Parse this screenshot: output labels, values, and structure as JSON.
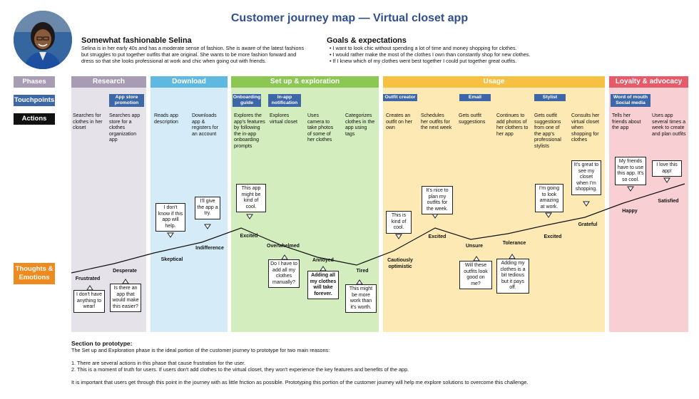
{
  "title": "Customer journey map — Virtual closet app",
  "persona": {
    "name": "Somewhat fashionable Selina",
    "bio": "Selina is in her early 40s and has a moderate sense of fashion. She is aware of the latest fashions but struggles to put together outfits that are original. She wants to be more fashion forward and dress so that she looks professional at work and chic when going out with friends."
  },
  "goals": {
    "heading": "Goals & expectations",
    "items": [
      "I want to look chic without spending a lot of time and money shopping for clothes.",
      "I would rather make the most of the clothes I own than constantly shop for new clothes.",
      "If I knew which of my clothes went best together I could put together great outfits."
    ]
  },
  "row_labels": {
    "phases": "Phases",
    "touchpoints": "Touchpoints",
    "actions": "Actions",
    "thoughts": "Thoughts & Emotions"
  },
  "phases": [
    {
      "name": "Research",
      "color": "#a89cb4"
    },
    {
      "name": "Download",
      "color": "#5fb8e0"
    },
    {
      "name": "Set up & exploration",
      "color": "#8cc653"
    },
    {
      "name": "Usage",
      "color": "#f6c042"
    },
    {
      "name": "Loyalty & advocacy",
      "color": "#e75a6a"
    }
  ],
  "touchpoints": [
    {
      "label": "App store promotion"
    },
    {
      "label": "Onboarding guide"
    },
    {
      "label": "In-app notification"
    },
    {
      "label": "Outfit creator"
    },
    {
      "label": "Email"
    },
    {
      "label": "Stylist"
    },
    {
      "label": "Word of mouth Social media"
    }
  ],
  "actions": [
    "Searches for clothes in her closet",
    "Searches app store for a clothes organization app",
    "Reads app description",
    "Downloads app & registers for an account",
    "Explores the app's features by following the in-app onboarding prompts",
    "Explores virtual closet",
    "Uses camera to take photos of some of her clothes",
    "Categorizes clothes in the app using tags",
    "Creates an outfit on her own",
    "Schedules her outfits for the next week",
    "Gets outfit suggestions",
    "Continues to add photos of her clothers to her app",
    "Gets outfit suggestions from one of the app's professional stylists",
    "Consults her virtual closet when shopping for clothes",
    "Tells her friends about the app",
    "Uses app several times a week to create and plan outfits"
  ],
  "emotions": [
    {
      "label": "Frustrated",
      "thought": "I don't have anything to wear!"
    },
    {
      "label": "Desperate",
      "thought": "Is there an app that would make this easier?"
    },
    {
      "label": "Skeptical",
      "thought": "I don't know if this app will help."
    },
    {
      "label": "Indifference",
      "thought": "I'll give the app a try."
    },
    {
      "label": "Excited",
      "thought": "This app might be kind of cool."
    },
    {
      "label": "Overwhelmed",
      "thought": "Do I have to add all my clothes manually?"
    },
    {
      "label": "Annoyed",
      "thought": "Adding all my clothes will take forever."
    },
    {
      "label": "Tired",
      "thought": "This might be more work than it's worth."
    },
    {
      "label": "Cautiously optimistic",
      "thought": "This is kind of cool."
    },
    {
      "label": "Excited",
      "thought": "It's nice to plan my outfits for the week."
    },
    {
      "label": "Unsure",
      "thought": "Will these outfits look good on me?"
    },
    {
      "label": "Tolerance",
      "thought": "Adding my clothes is a bit tedious but it pays off."
    },
    {
      "label": "Excited",
      "thought": "I'm going to look amazing at work."
    },
    {
      "label": "Grateful",
      "thought": "It's great to see my closet when I'm shopping."
    },
    {
      "label": "Happy",
      "thought": "My friends have to use this app. It's so cool."
    },
    {
      "label": "Satisfied",
      "thought": "I love this app!"
    }
  ],
  "section": {
    "heading": "Section to prototype:",
    "intro": "The Set up and Exploration phase is the ideal portion of the customer journey to prototype for two main reasons:",
    "reasons": [
      "1.  There are several actions in this phase that cause frustration for the user.",
      "2.  This is a moment of truth for users. If users don't add clothes to the virtual closet, they won't experience the key features and benefits of the app."
    ],
    "closing": "It is important that users get through this point in the journey with as little friction as possible. Prototyping this portion of the customer journey will help me explore solutions to overcome this challenge."
  }
}
